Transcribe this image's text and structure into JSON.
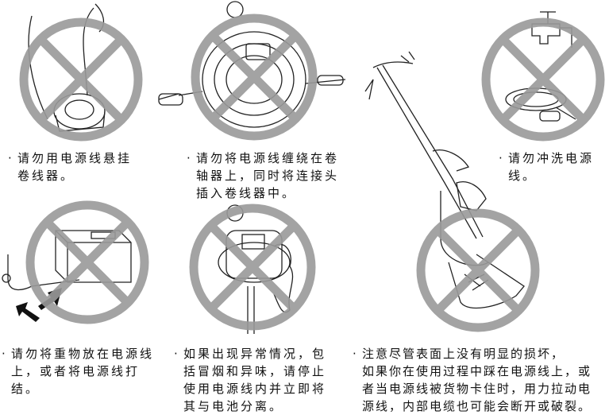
{
  "bullet": "·",
  "colors": {
    "prohibition": "#9a9a9a",
    "line": "#222222"
  },
  "warnings": [
    {
      "lines": [
        "请勿用电源线悬挂",
        "卷线器。"
      ]
    },
    {
      "lines": [
        "请勿将电源线缠绕在卷",
        "轴器上，同时将连接头",
        "插入卷线器中。"
      ]
    },
    {
      "lines": [
        "请勿冲洗电源",
        "线。"
      ]
    },
    {
      "lines": [
        "请勿将重物放在电源线",
        "上，或者将电源线打",
        "结。"
      ]
    },
    {
      "lines": [
        "如果出现异常情况，包",
        "括冒烟和异味，请停止",
        "使用电源线内并立即将",
        "其与电池分离。"
      ]
    },
    {
      "lines": [
        "注意尽管表面上没有明显的损坏，",
        "如果你在使用过程中踩在电源线上，或",
        "者当电源线被货物卡住时，用力拉动电",
        "源线，内部电缆也可能会断开或破裂。"
      ]
    }
  ]
}
